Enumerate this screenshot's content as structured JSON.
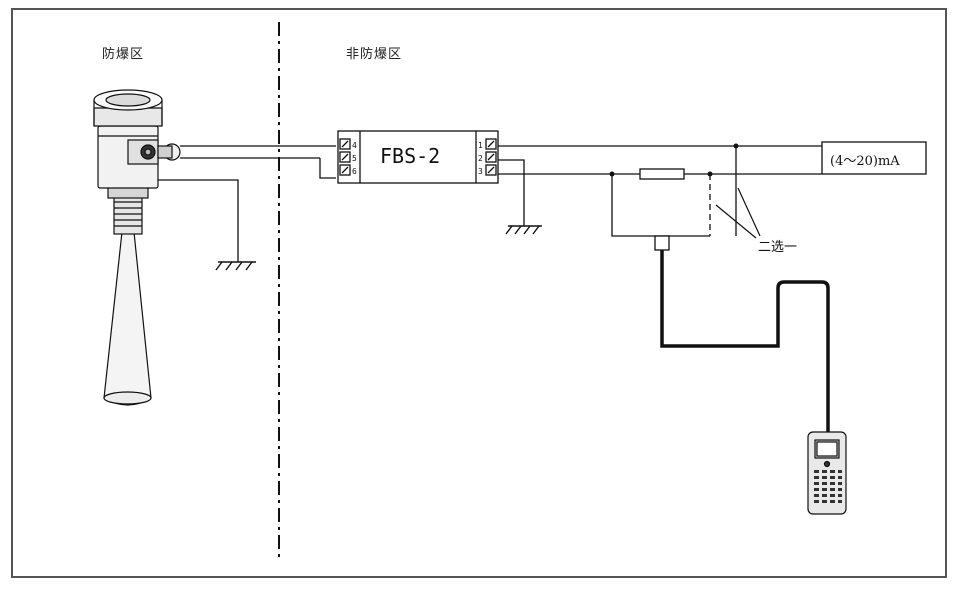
{
  "zones": {
    "explosion_proof": "防爆区",
    "non_explosion_proof": "非防爆区"
  },
  "barrier": {
    "label": "FBS-2",
    "left_terminals": [
      "4",
      "5",
      "6"
    ],
    "right_terminals": [
      "1",
      "2",
      "3"
    ]
  },
  "output": {
    "label": "(4～20)mA"
  },
  "choice": {
    "label": "二选一"
  },
  "icons": [
    "radar-level-transmitter-icon",
    "ground-icon",
    "handheld-communicator-icon"
  ]
}
